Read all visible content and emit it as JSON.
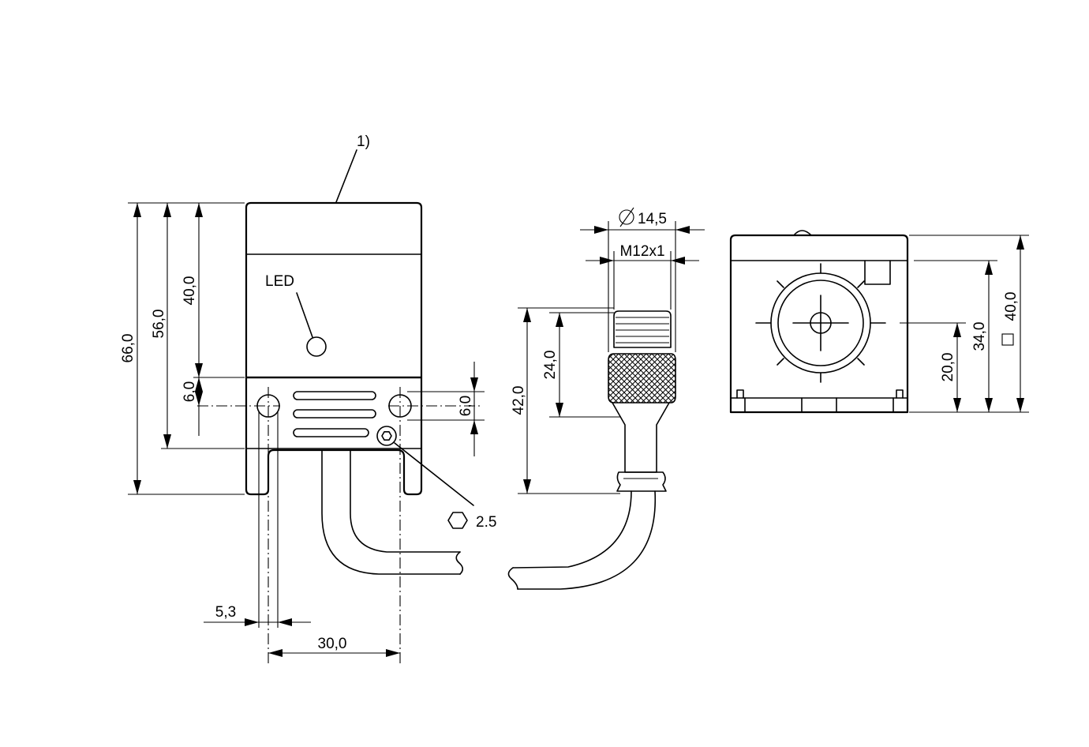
{
  "labels": {
    "note": "1)",
    "led": "LED",
    "hex": "2.5"
  },
  "dimensions": {
    "d66": "66,0",
    "d56": "56,0",
    "d40": "40,0",
    "d6a": "6,0",
    "d6b": "6,0",
    "d53": "5,3",
    "d30": "30,0",
    "dia": "14,5",
    "thread": "M12x1",
    "d42": "42,0",
    "d24": "24,0",
    "d20": "20,0",
    "d34": "34,0",
    "sq40": "40,0"
  }
}
